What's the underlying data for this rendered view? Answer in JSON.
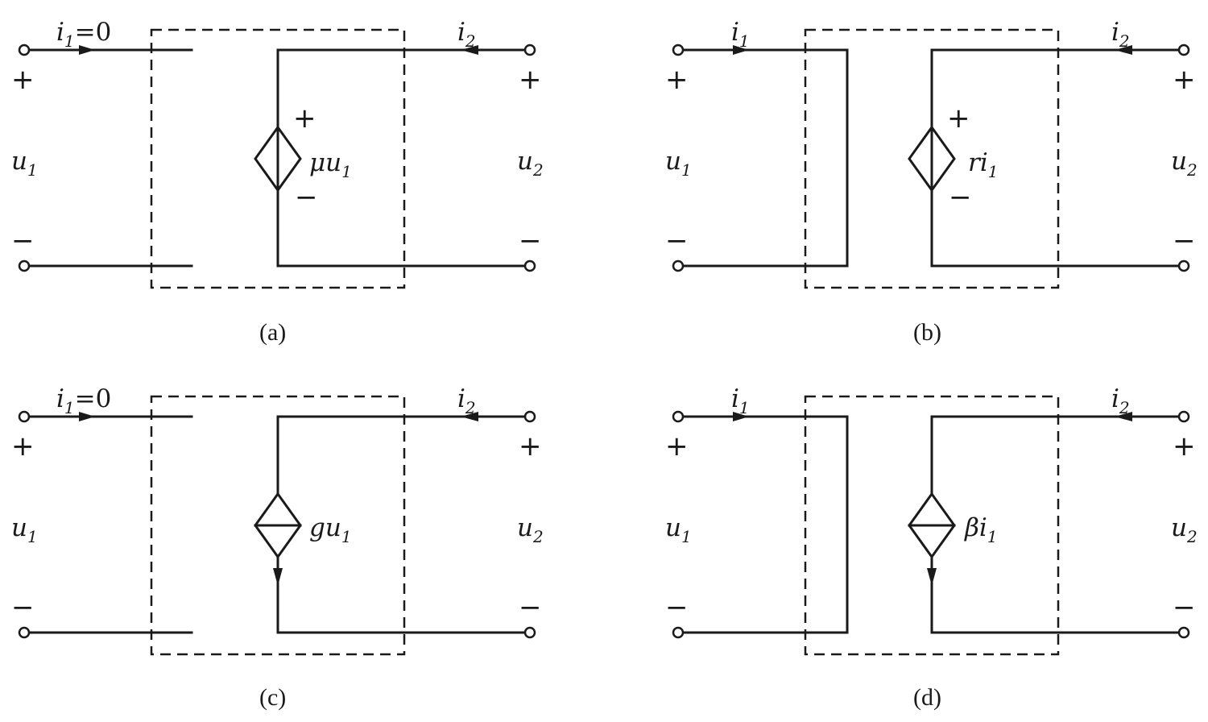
{
  "panels": [
    {
      "caption": "(a)",
      "i1": {
        "sym": "i",
        "sub": "1",
        "suffix": "=0"
      },
      "i2": {
        "sym": "i",
        "sub": "2"
      },
      "u1": {
        "sym": "u",
        "sub": "1"
      },
      "u2": {
        "sym": "u",
        "sub": "2"
      },
      "plus": "+",
      "minus": "−",
      "source": {
        "kind": "voltage",
        "coef": "μ",
        "var": "u",
        "sub": "1",
        "plus": "+",
        "minus": "−"
      }
    },
    {
      "caption": "(b)",
      "i1": {
        "sym": "i",
        "sub": "1",
        "suffix": ""
      },
      "i2": {
        "sym": "i",
        "sub": "2"
      },
      "u1": {
        "sym": "u",
        "sub": "1"
      },
      "u2": {
        "sym": "u",
        "sub": "2"
      },
      "plus": "+",
      "minus": "−",
      "source": {
        "kind": "voltage",
        "coef": "r",
        "var": "i",
        "sub": "1",
        "plus": "+",
        "minus": "−"
      }
    },
    {
      "caption": "(c)",
      "i1": {
        "sym": "i",
        "sub": "1",
        "suffix": "=0"
      },
      "i2": {
        "sym": "i",
        "sub": "2"
      },
      "u1": {
        "sym": "u",
        "sub": "1"
      },
      "u2": {
        "sym": "u",
        "sub": "2"
      },
      "plus": "+",
      "minus": "−",
      "source": {
        "kind": "current",
        "coef": "g",
        "var": "u",
        "sub": "1"
      }
    },
    {
      "caption": "(d)",
      "i1": {
        "sym": "i",
        "sub": "1",
        "suffix": ""
      },
      "i2": {
        "sym": "i",
        "sub": "2"
      },
      "u1": {
        "sym": "u",
        "sub": "1"
      },
      "u2": {
        "sym": "u",
        "sub": "2"
      },
      "plus": "+",
      "minus": "−",
      "source": {
        "kind": "current",
        "coef": "β",
        "var": "i",
        "sub": "1"
      }
    }
  ]
}
